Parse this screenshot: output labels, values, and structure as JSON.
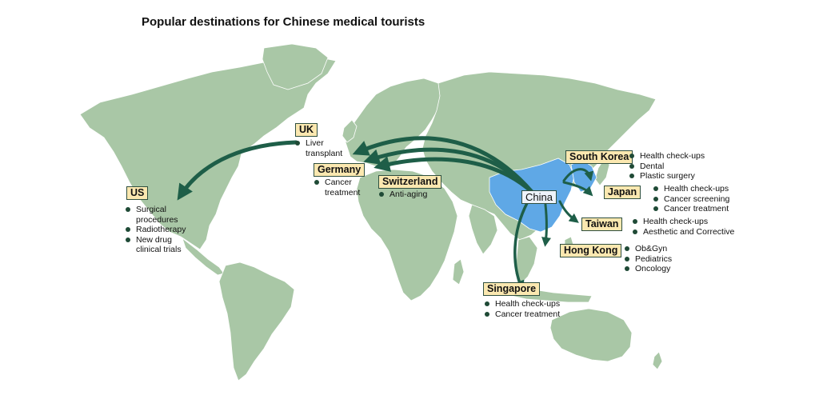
{
  "title": "Popular destinations for Chinese medical tourists",
  "colors": {
    "land": "#a9c7a6",
    "china": "#5fa8e6",
    "korea": "#5fa8e6",
    "arrow": "#1e5e48",
    "label_fill": "#fbe8b0",
    "label_border": "#2f4f3f",
    "bullet": "#1f4a36"
  },
  "origin": {
    "name": "China"
  },
  "destinations": [
    {
      "key": "uk",
      "name": "UK",
      "treatments": [
        "Liver\ntransplant"
      ]
    },
    {
      "key": "us",
      "name": "US",
      "treatments": [
        "Surgical\nprocedures",
        "Radiotherapy",
        "New drug\nclinical trials"
      ]
    },
    {
      "key": "germany",
      "name": "Germany",
      "treatments": [
        "Cancer\ntreatment"
      ]
    },
    {
      "key": "switzerland",
      "name": "Switzerland",
      "treatments": [
        "Anti-aging"
      ]
    },
    {
      "key": "south_korea",
      "name": "South Korea",
      "treatments": [
        "Health check-ups",
        "Dental",
        "Plastic surgery"
      ]
    },
    {
      "key": "japan",
      "name": "Japan",
      "treatments": [
        "Health check-ups",
        "Cancer screening",
        "Cancer treatment"
      ]
    },
    {
      "key": "taiwan",
      "name": "Taiwan",
      "treatments": [
        "Health check-ups",
        "Aesthetic and Corrective"
      ]
    },
    {
      "key": "hong_kong",
      "name": "Hong Kong",
      "treatments": [
        "Ob&Gyn",
        "Pediatrics",
        "Oncology"
      ]
    },
    {
      "key": "singapore",
      "name": "Singapore",
      "treatments": [
        "Health check-ups",
        "Cancer treatment"
      ]
    }
  ]
}
